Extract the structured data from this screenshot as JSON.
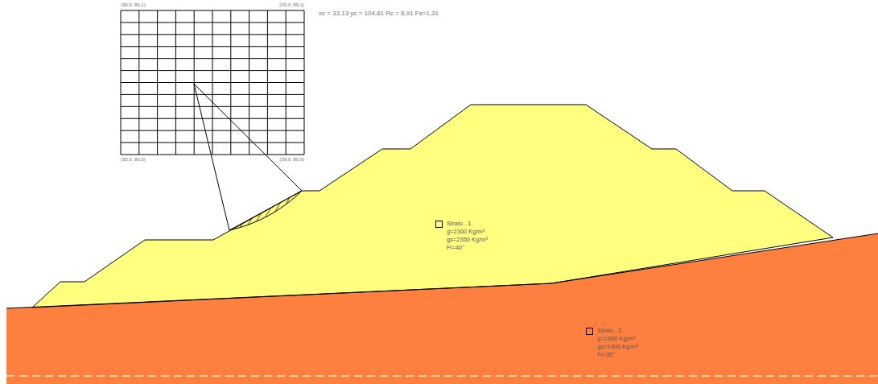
{
  "diagram": {
    "nodes": [
      {
        "text": [
          "Strato...1",
          "g=2300 Kg/m³",
          "gs=2350 Kg/m³",
          "Fi=40°"
        ]
      },
      {
        "text": [
          "Strato...2",
          "g=1800 Kg/m³",
          "gs=1900 Kg/m³",
          "Fi=35°"
        ]
      }
    ],
    "labels": [
      "xc = 33,13 yc = 104,81 Rc = 8,91 Fs=1,31",
      "(30,0, 89,1)",
      "(39,0, 89,1)",
      "(30,0, 80,0)",
      "(39,0, 80,0)"
    ]
  }
}
